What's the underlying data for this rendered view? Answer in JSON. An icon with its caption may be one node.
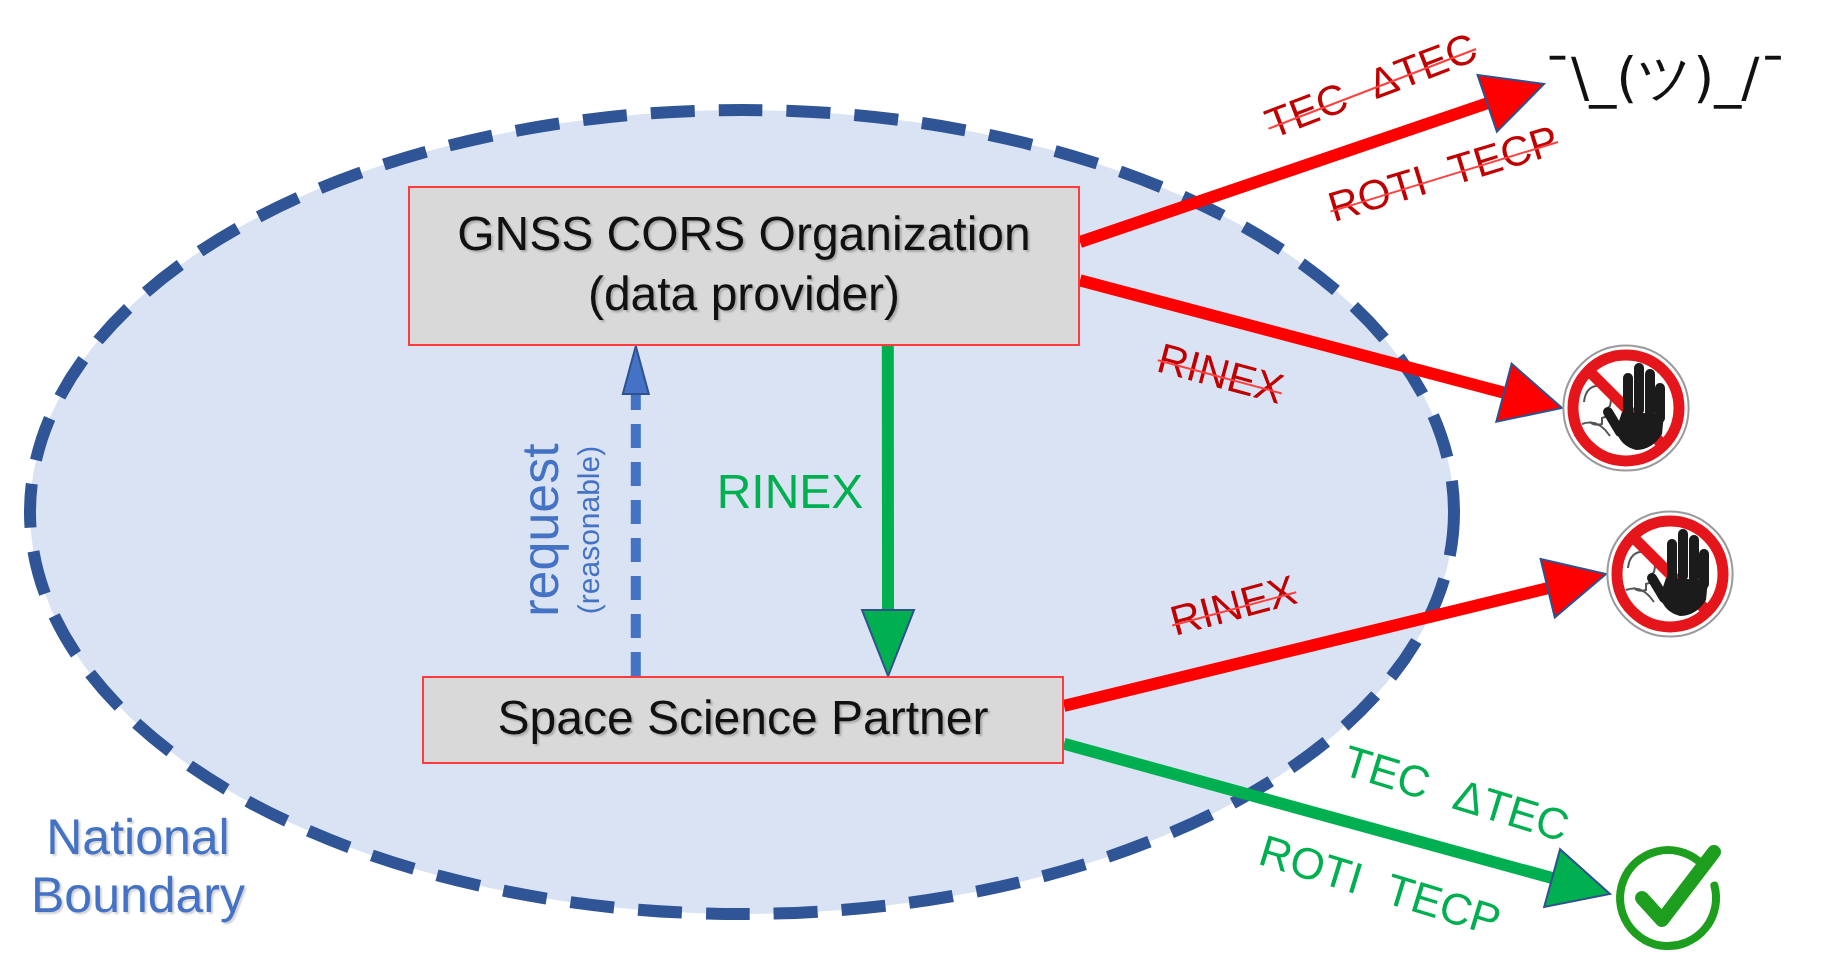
{
  "diagram": {
    "nodes": [
      {
        "text": [
          "National Boundary"
        ]
      },
      {
        "text": [
          "GNSS CORS Organization (data provider)"
        ],
        "in": 0
      },
      {
        "text": [
          "Space Science Partner"
        ],
        "in": 0
      },
      {
        "text": [
          "¯\\_(ツ)_/¯"
        ]
      },
      {
        "text": [],
        "shape": "picture"
      },
      {
        "text": [],
        "shape": "picture"
      },
      {
        "text": [],
        "shape": "picture"
      }
    ],
    "edges": [
      {
        "from": 1,
        "to": 3,
        "arrow": "to",
        "label": "TEC ΔTEC"
      },
      {
        "from": 1,
        "to": 4,
        "arrow": "to",
        "label": "RINEX"
      },
      {
        "from": 2,
        "to": 5,
        "arrow": "to",
        "label": "RINEX"
      },
      {
        "from": 2,
        "to": 6,
        "arrow": "to",
        "label": "TEC ΔTEC",
        "color": "#00b050"
      },
      {
        "from": 1,
        "to": 2,
        "arrow": "to",
        "label": "RINEX",
        "color": "#00b050"
      },
      {
        "from": 2,
        "to": 1,
        "arrow": "to",
        "label": "request",
        "style": "dashed",
        "color": "#4472c4"
      }
    ],
    "labels": [
      "ROTI TECP",
      "(reasonable)",
      "ROTI TECP"
    ]
  }
}
